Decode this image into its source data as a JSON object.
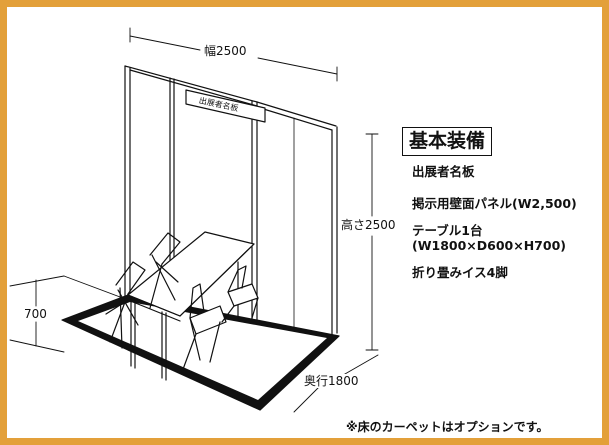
{
  "dimensions": {
    "width_label": "幅2500",
    "height_label": "高さ2500",
    "depth_label": "奥行1800",
    "table_height_label": "700"
  },
  "nameplate": {
    "label": "出展者名板"
  },
  "equipment": {
    "title": "基本装備",
    "items": [
      "出展者名板",
      "掲示用壁面パネル(W2,500)",
      "テーブル1台",
      "(W1800×D600×H700)",
      "折り畳みイス4脚"
    ]
  },
  "note": "※床のカーペットはオプションです。",
  "colors": {
    "frame_border": "#e3a03a",
    "floor": "#111111",
    "line": "#111111"
  }
}
